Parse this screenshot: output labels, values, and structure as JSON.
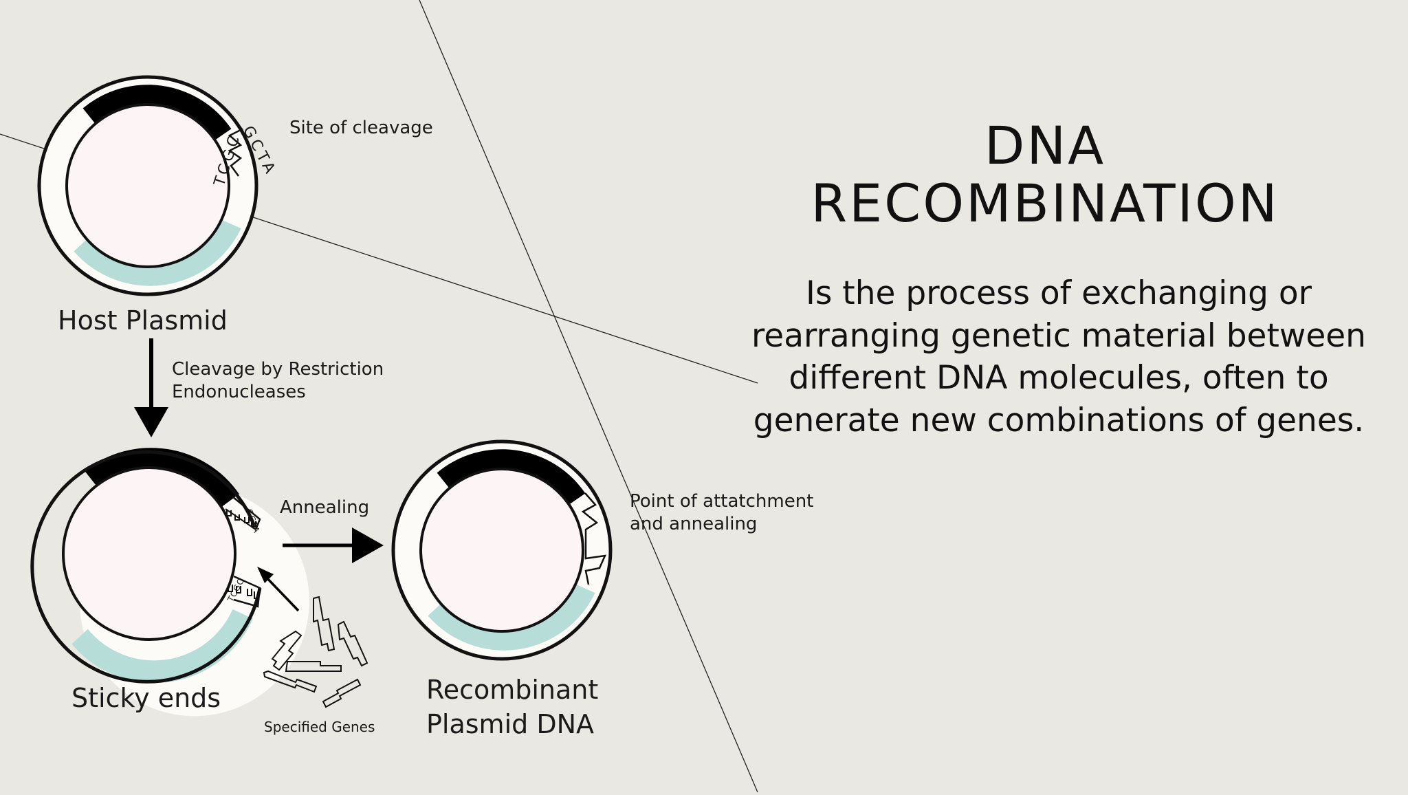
{
  "slide": {
    "title_line1": "DNA",
    "title_line2": "RECOMBINATION",
    "description": "Is the process of exchanging or rearranging genetic material between different DNA molecules, often to generate new combinations of genes."
  },
  "diagram": {
    "host_plasmid_label": "Host Plasmid",
    "site_of_cleavage_label": "Site of cleavage",
    "cleavage_label_line1": "Cleavage by Restriction",
    "cleavage_label_line2": "Endonucleases",
    "sticky_ends_label": "Sticky ends",
    "annealing_label": "Annealing",
    "specified_genes_label": "Specified Genes",
    "recombinant_label_line1": "Recombinant",
    "recombinant_label_line2": "Plasmid DNA",
    "attachment_label_line1": "Point of attatchment",
    "attachment_label_line2": "and annealing",
    "seq_top": "GCTA",
    "seq_bottom": "TCGC",
    "sticky_top_seq": "GCTA",
    "sticky_bottom_seq": "TCGC"
  },
  "colors": {
    "background": "#eae8e2",
    "plasmid_inner": "#fdf5f5",
    "gene_segment": "#000000",
    "teal_segment": "#b7ddd8"
  }
}
